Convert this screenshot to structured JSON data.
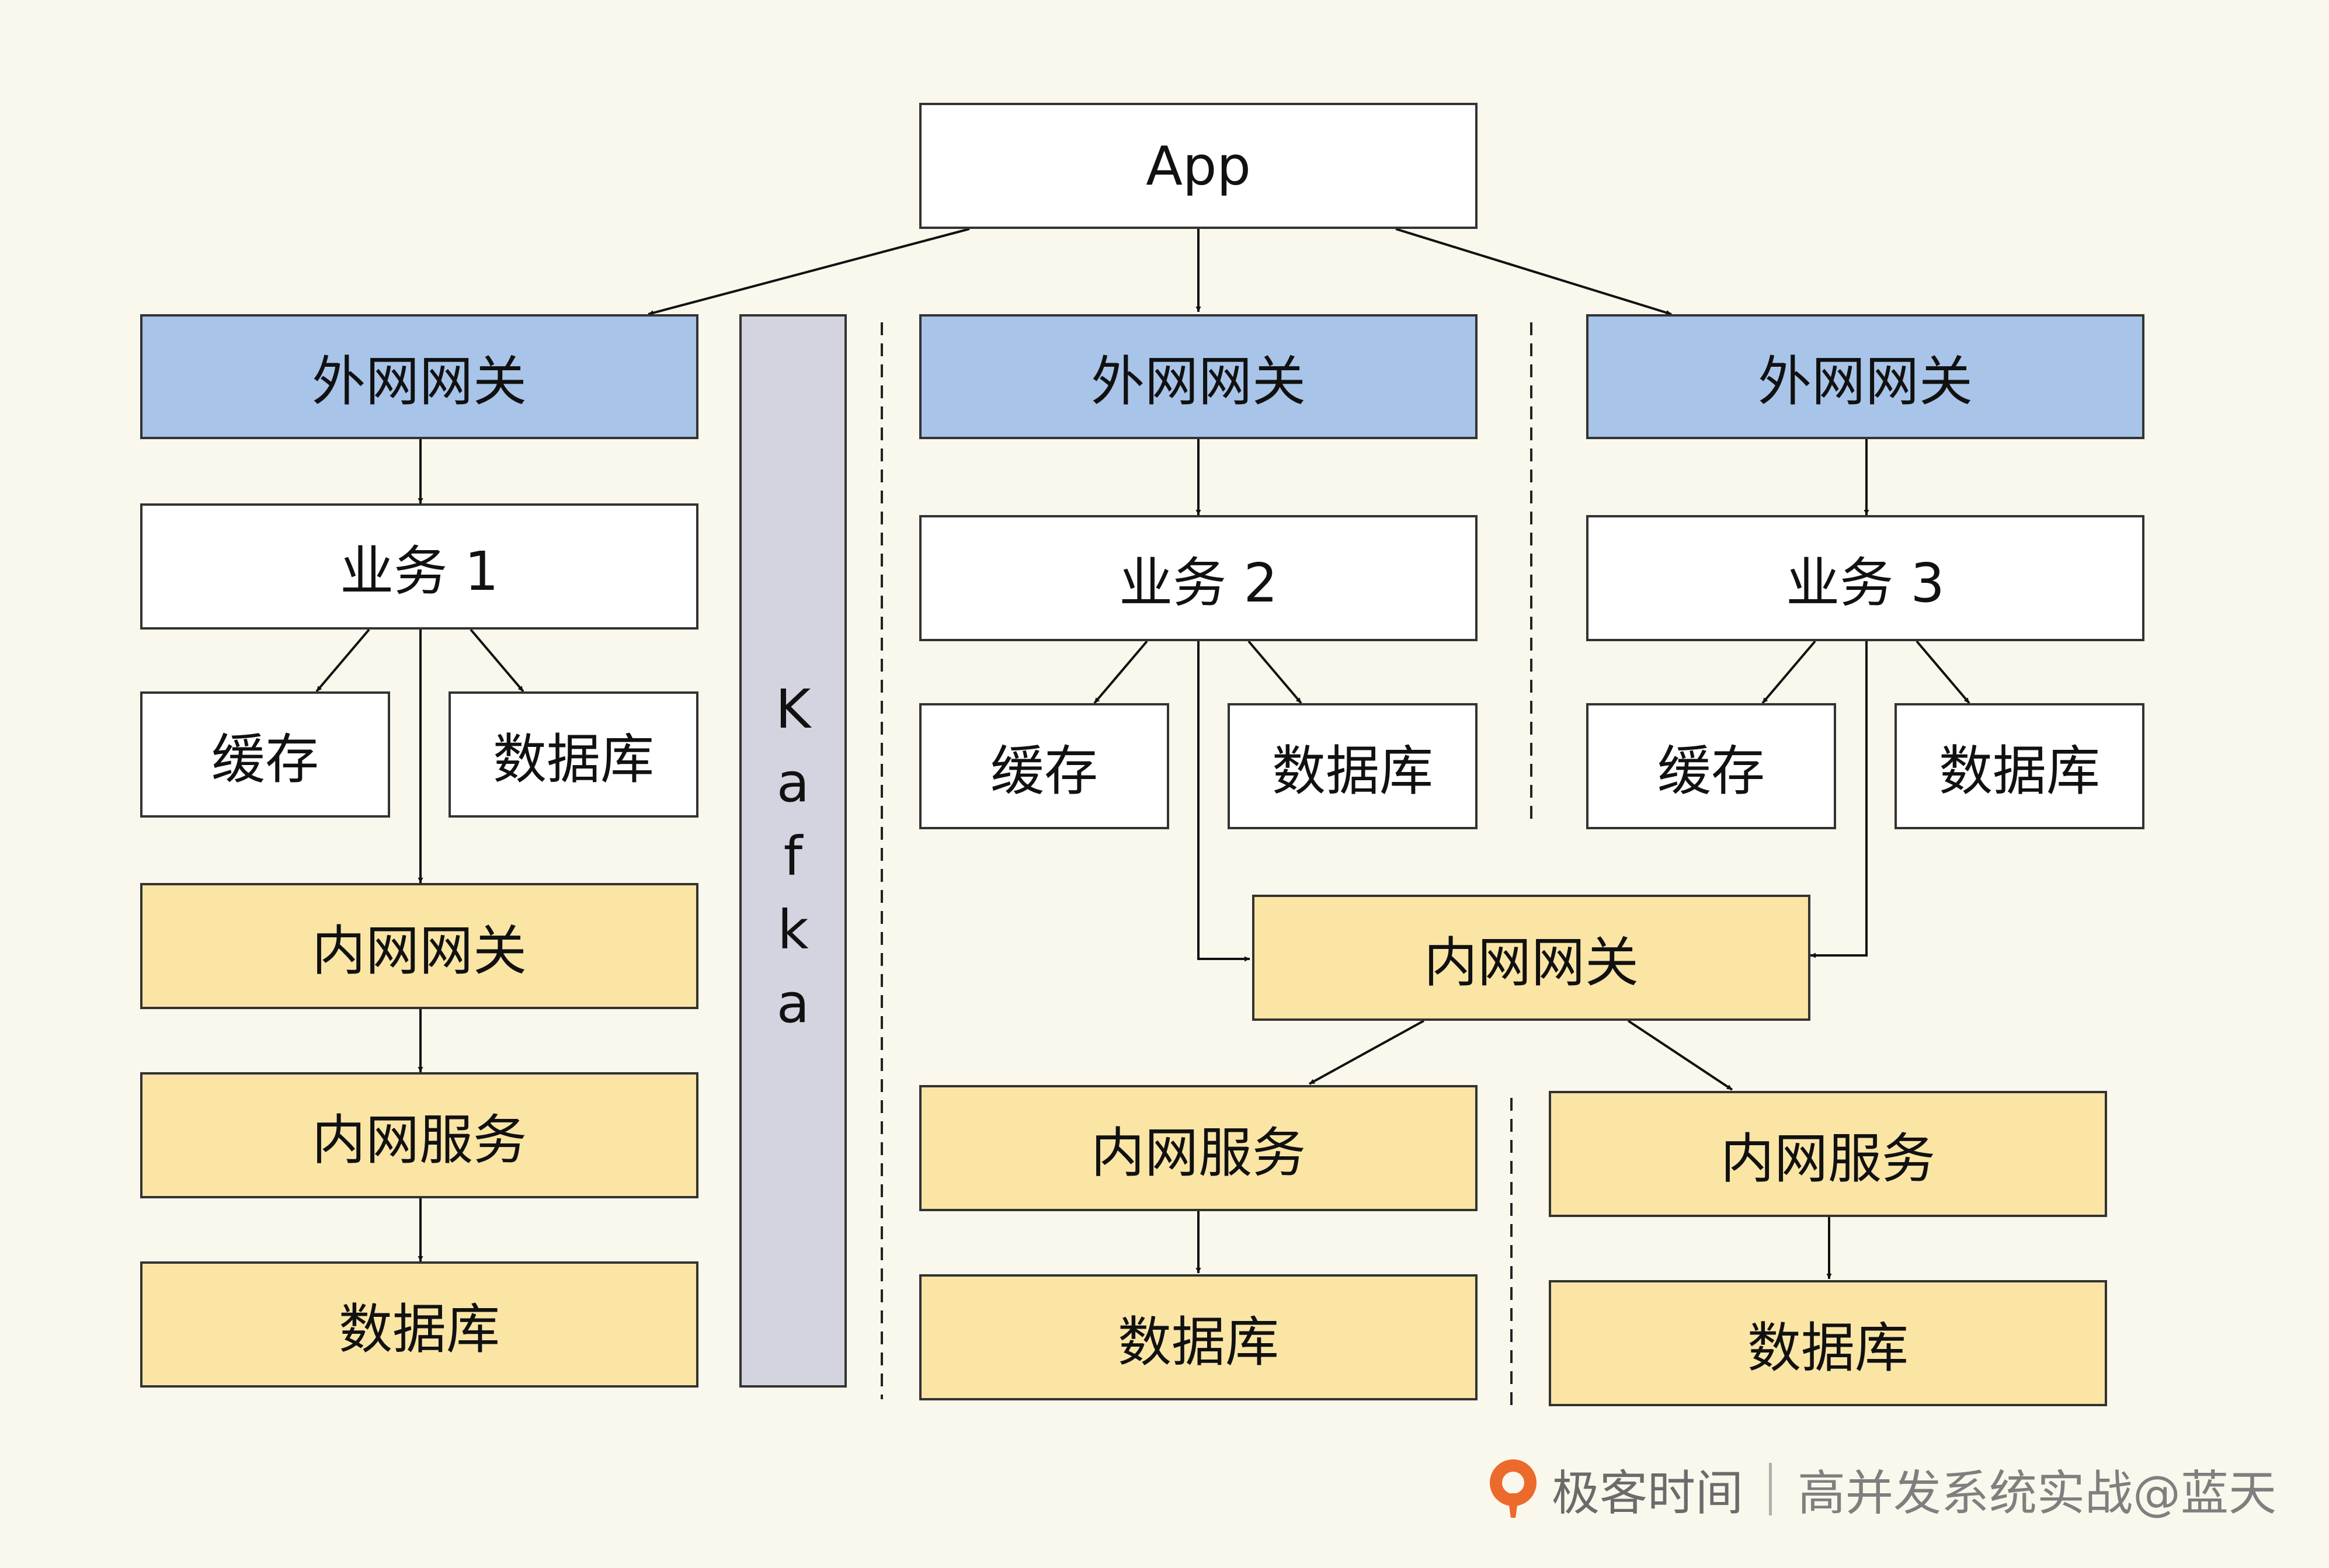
{
  "app": "App",
  "gateways": {
    "left": "外网网关",
    "mid": "外网网关",
    "right": "外网网关"
  },
  "business": {
    "left": "业务 1",
    "mid": "业务 2",
    "right": "业务 3"
  },
  "cache": {
    "left": "缓存",
    "mid": "缓存",
    "right": "缓存"
  },
  "db": {
    "left": "数据库",
    "mid": "数据库",
    "right": "数据库"
  },
  "intranet": {
    "left_gateway": "内网网关",
    "left_service": "内网服务",
    "left_db": "数据库",
    "shared_gateway": "内网网关",
    "service_a": "内网服务",
    "db_a": "数据库",
    "service_b": "内网服务",
    "db_b": "数据库"
  },
  "kafka": {
    "letters": [
      "K",
      "a",
      "f",
      "k",
      "a"
    ]
  },
  "footer": {
    "brand": "极客时间",
    "course": "高并发系统实战@蓝天"
  },
  "colors": {
    "background": "#faf7ec",
    "external_gateway": "#a8c4e8",
    "intranet": "#fae5a5",
    "kafka": "#d4d4e0",
    "logo_orange": "#ec6a2b"
  }
}
